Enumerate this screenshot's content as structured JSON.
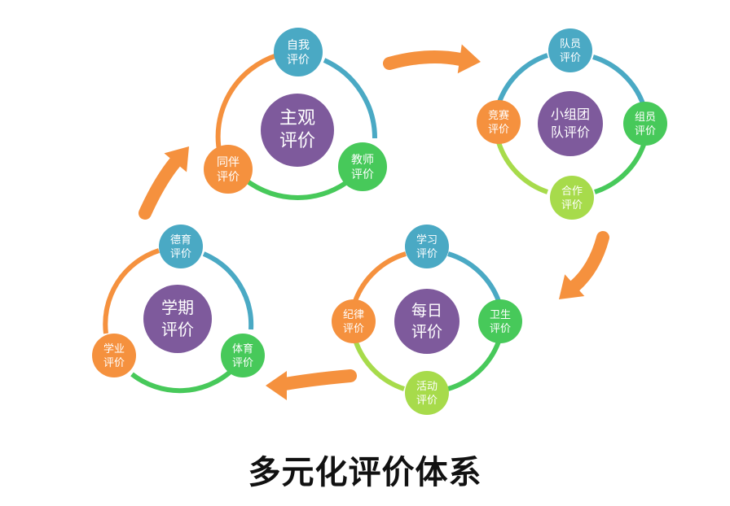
{
  "title": "多元化评价体系",
  "colors": {
    "orange": "#F5913E",
    "blue": "#4AA9C4",
    "green": "#47C95A",
    "lime": "#A7DB4B",
    "purple": "#7E5A9C"
  },
  "cycles": [
    {
      "id": "subjective",
      "center": [
        "主观",
        "评价"
      ],
      "nodes": [
        [
          "自我",
          "评价"
        ],
        [
          "教师",
          "评价"
        ],
        [
          "同伴",
          "评价"
        ]
      ]
    },
    {
      "id": "group",
      "center": [
        "小组团",
        "队评价"
      ],
      "nodes": [
        [
          "队员",
          "评价"
        ],
        [
          "组员",
          "评价"
        ],
        [
          "合作",
          "评价"
        ],
        [
          "竞赛",
          "评价"
        ]
      ]
    },
    {
      "id": "daily",
      "center": [
        "每日",
        "评价"
      ],
      "nodes": [
        [
          "学习",
          "评价"
        ],
        [
          "卫生",
          "评价"
        ],
        [
          "活动",
          "评价"
        ],
        [
          "纪律",
          "评价"
        ]
      ]
    },
    {
      "id": "term",
      "center": [
        "学期",
        "评价"
      ],
      "nodes": [
        [
          "德育",
          "评价"
        ],
        [
          "体育",
          "评价"
        ],
        [
          "学业",
          "评价"
        ]
      ]
    }
  ]
}
